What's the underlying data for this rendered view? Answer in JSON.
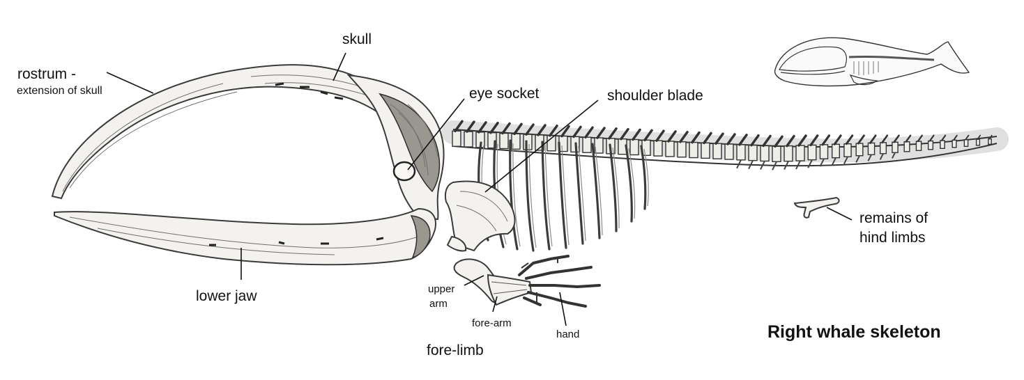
{
  "labels": {
    "skull": "skull",
    "rostrum": "rostrum -",
    "rostrum_sub": "extension of skull",
    "eye_socket": "eye socket",
    "shoulder_blade": "shoulder blade",
    "lower_jaw": "lower jaw",
    "upper_arm_1": "upper",
    "upper_arm_2": "arm",
    "fore_arm": "fore-arm",
    "hand": "hand",
    "fore_limb": "fore-limb",
    "hind_limbs_1": "remains of",
    "hind_limbs_2": "hind limbs"
  },
  "title": "Right whale skeleton"
}
